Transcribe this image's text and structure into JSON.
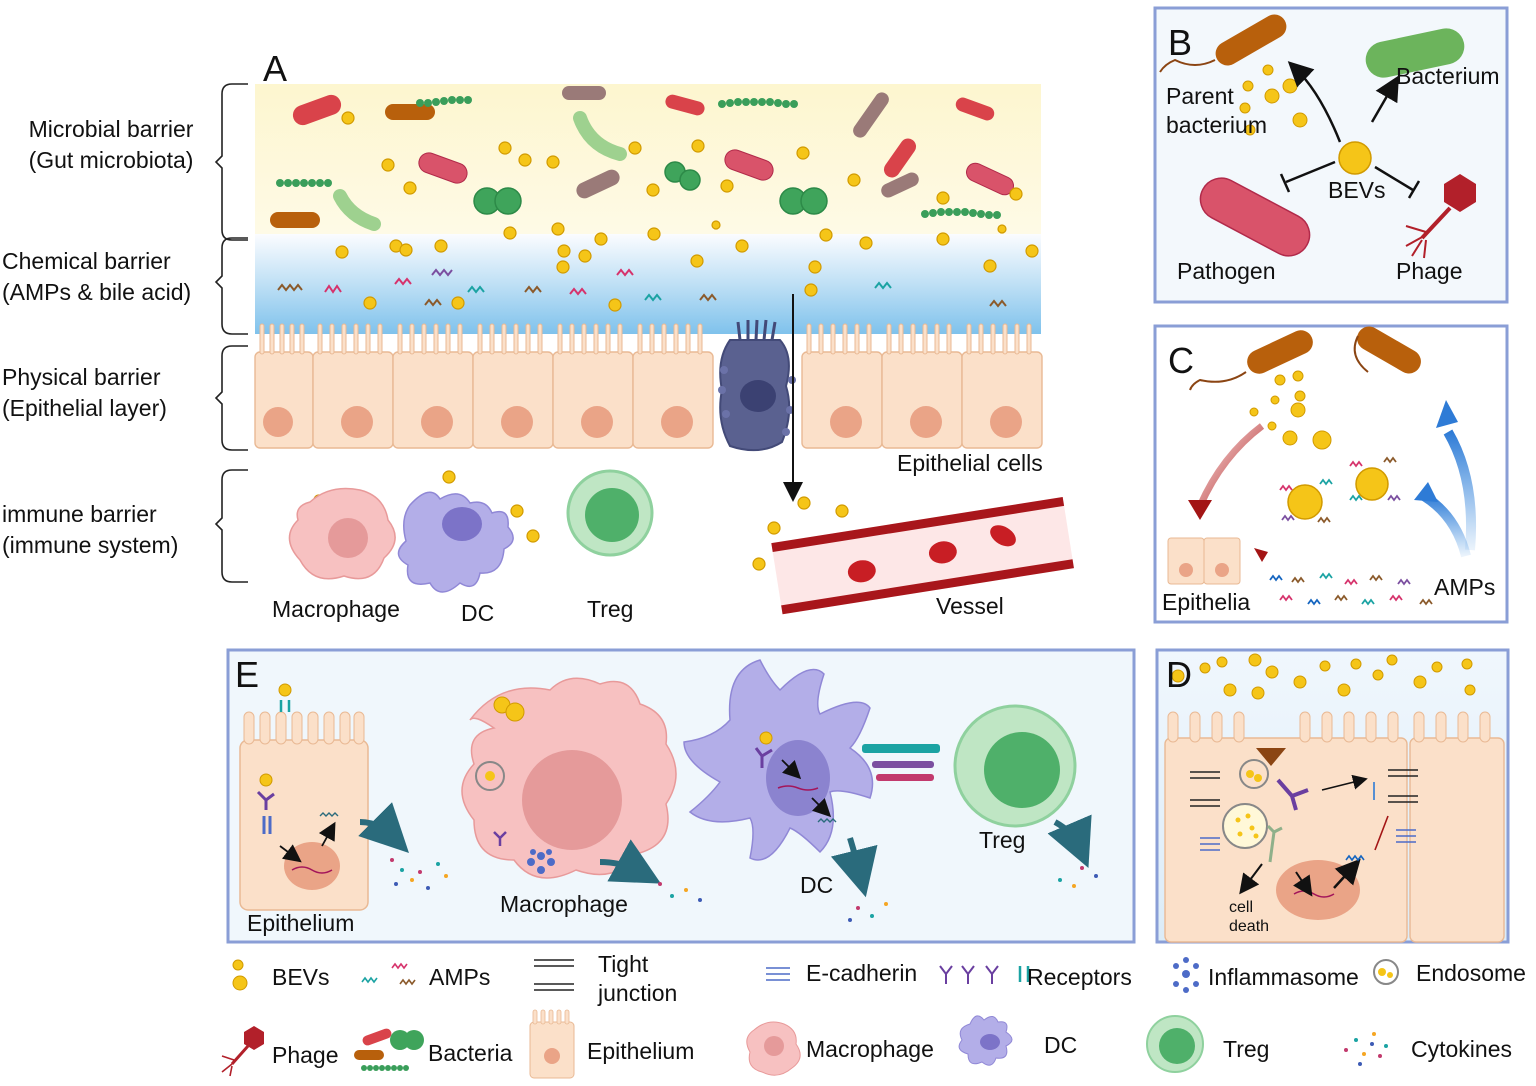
{
  "panelA": {
    "letter": "A",
    "barriers": [
      {
        "line1": "Microbial barrier",
        "line2": "(Gut microbiota)"
      },
      {
        "line1": "Chemical barrier",
        "line2": "(AMPs & bile acid)"
      },
      {
        "line1": "Physical barrier",
        "line2": "(Epithelial layer)"
      },
      {
        "line1": "immune barrier",
        "line2": "(immune system)"
      }
    ],
    "epithelial_cells": "Epithelial cells",
    "vessel": "Vessel",
    "macrophage": "Macrophage",
    "dc": "DC",
    "treg": "Treg"
  },
  "panelB": {
    "letter": "B",
    "parent_line1": "Parent",
    "parent_line2": "bacterium",
    "bacterium": "Bacterium",
    "bevs": "BEVs",
    "pathogen": "Pathogen",
    "phage": "Phage"
  },
  "panelC": {
    "letter": "C",
    "epithelia": "Epithelia",
    "amps": "AMPs"
  },
  "panelD": {
    "letter": "D",
    "cell_death_line1": "cell",
    "cell_death_line2": "death"
  },
  "panelE": {
    "letter": "E",
    "epithelium": "Epithelium",
    "macrophage": "Macrophage",
    "dc": "DC",
    "treg": "Treg"
  },
  "legend": {
    "bevs": "BEVs",
    "amps": "AMPs",
    "tight_line1": "Tight",
    "tight_line2": "junction",
    "ecadherin": "E-cadherin",
    "receptors": "Receptors",
    "inflammasome": "Inflammasome",
    "endosome": "Endosome",
    "phage": "Phage",
    "bacteria": "Bacteria",
    "epithelium": "Epithelium",
    "macrophage": "Macrophage",
    "dc": "DC",
    "treg": "Treg",
    "cytokines": "Cytokines"
  },
  "colors": {
    "bev": "#f5c518",
    "bev_stroke": "#d19a00",
    "epithelial": "#f8d9c0",
    "nucleus": "#eaa487",
    "macrophage": "#f5b5b5",
    "dc": "#b3aee8",
    "treg": "#8fd19e",
    "vessel": "#a8161b",
    "panel_border": "#8a9ed6"
  }
}
